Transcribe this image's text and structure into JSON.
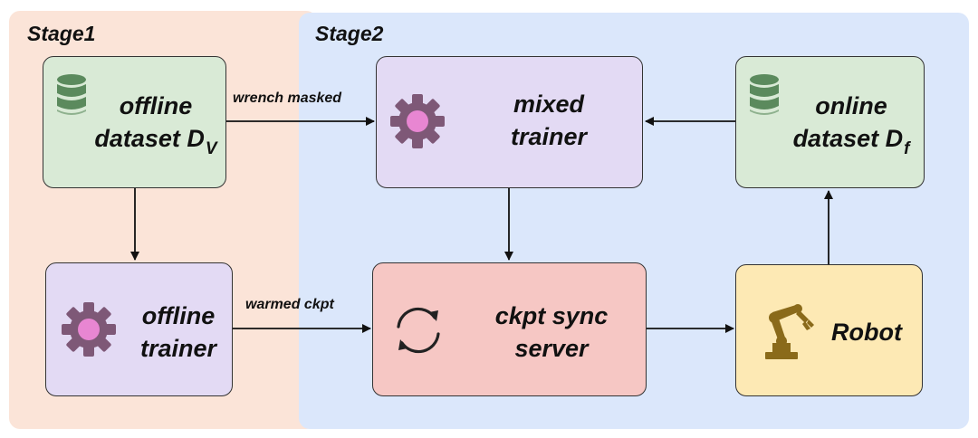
{
  "stages": {
    "stage1": "Stage1",
    "stage2": "Stage2"
  },
  "nodes": {
    "offline_dataset": {
      "line1": "offline",
      "line2": "dataset D",
      "sub": "V"
    },
    "offline_trainer": {
      "line1": "offline",
      "line2": "trainer"
    },
    "mixed_trainer": {
      "line1": "mixed",
      "line2": "trainer"
    },
    "online_dataset": {
      "line1": "online",
      "line2": "dataset D",
      "sub": "f"
    },
    "ckpt_sync_server": {
      "line1": "ckpt sync",
      "line2": "server"
    },
    "robot": {
      "label": "Robot"
    }
  },
  "edges": {
    "wrench_masked": "wrench masked",
    "warmed_ckpt": "warmed ckpt"
  },
  "icons": [
    "database-icon",
    "gear-icon",
    "sync-icon",
    "robot-arm-icon"
  ],
  "colors": {
    "stage1_bg": "#fbe4d8",
    "stage2_bg": "#dbe7fb",
    "dataset_box": "#d9ead6",
    "trainer_box": "#e3daf4",
    "server_box": "#f6c7c4",
    "robot_box": "#fde9b4",
    "gear": "#7e5877",
    "gear_center": "#e886d2",
    "database": "#5b8a5d",
    "robot_icon": "#8a6a1a"
  }
}
